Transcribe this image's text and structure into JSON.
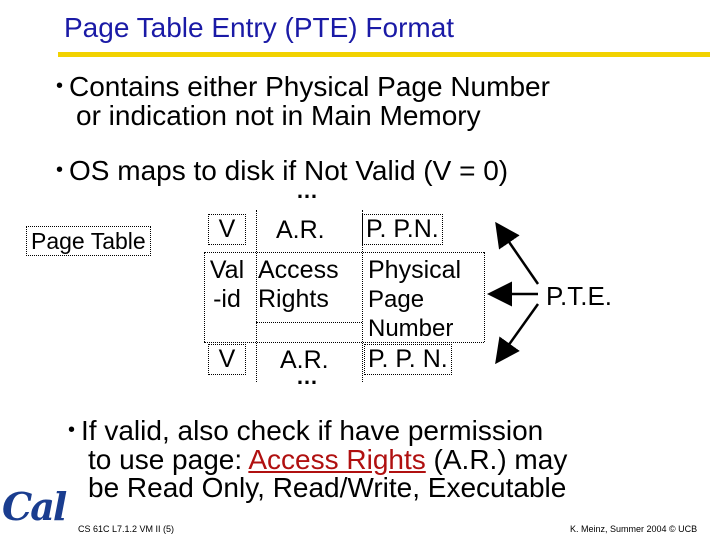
{
  "slide": {
    "title": "Page Table Entry (PTE) Format",
    "bullets": [
      "Contains either Physical Page Number",
      "or indication not in Main Memory",
      "OS maps to disk if Not Valid  (V = 0)"
    ],
    "page_table_label": "Page Table",
    "entry_top": {
      "v": "V",
      "ar": "A.R.",
      "ppn": "P. P.N."
    },
    "entry_middle": {
      "col1": [
        "Val",
        "-id"
      ],
      "col2": [
        "Access",
        "Rights"
      ],
      "col3": [
        "Physical",
        "Page",
        "Number"
      ]
    },
    "entry_bottom": {
      "v": "V",
      "ar": "A.R.",
      "ppn": "P. P. N."
    },
    "ellipsis": "…",
    "pte_label": "P.T.E.",
    "bottom_bullet": {
      "line1": "If valid, also check if have permission",
      "line2_before": "to use page: ",
      "line2_link": "Access Rights",
      "line2_after": " (A.R.) may",
      "line3": "be Read Only, Read/Write, Executable"
    },
    "footer_left": "CS 61C L7.1.2 VM II (5)",
    "footer_right": "K. Meinz, Summer 2004 © UCB",
    "logo_text": "Cal",
    "colors": {
      "title": "#1a1aa6",
      "rule": "#f2d200",
      "link": "#b01010",
      "logo": "#1a3d8f"
    }
  }
}
